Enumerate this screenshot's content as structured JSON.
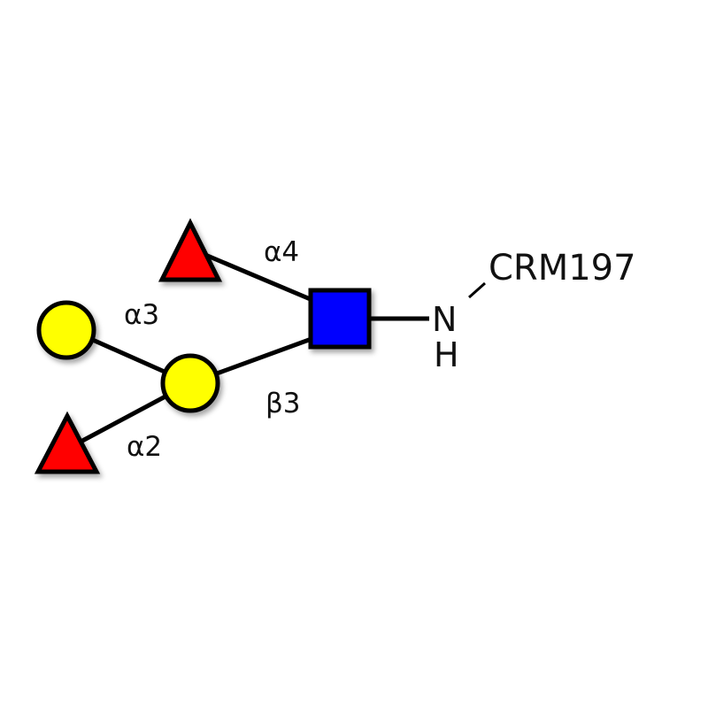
{
  "diagram": {
    "linkages": {
      "top_fucose": "α4",
      "terminal_galactose": "α3",
      "core": "β3",
      "bottom_fucose": "α2"
    },
    "atoms": {
      "n": "N",
      "h": "H"
    },
    "carrier": "CRM197",
    "colors": {
      "fucose": "#ff0000",
      "galactose": "#ffff00",
      "glcnac": "#0000ff",
      "stroke": "#000000"
    }
  }
}
